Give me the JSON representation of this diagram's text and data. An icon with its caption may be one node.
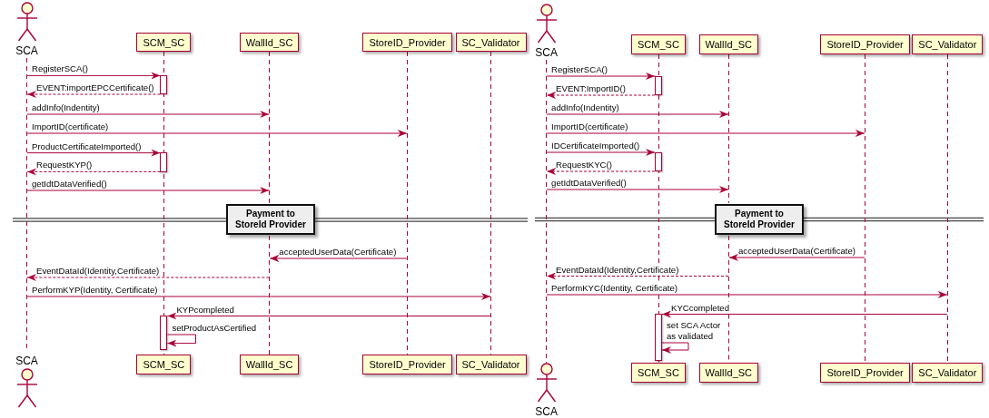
{
  "diagram": {
    "nodes": [
      {
        "text": [
          "SCA"
        ]
      },
      {
        "text": [
          "SCM_SC"
        ]
      },
      {
        "text": [
          "WallId_SC"
        ]
      },
      {
        "text": [
          "StoreID_Provider"
        ]
      },
      {
        "text": [
          "SC_Validator"
        ]
      },
      {
        "text": [],
        "shape": "line"
      },
      {
        "text": [],
        "shape": "line"
      },
      {
        "text": [],
        "shape": "line"
      },
      {
        "text": [],
        "shape": "line"
      },
      {
        "text": [],
        "shape": "line"
      },
      {
        "text": [],
        "shape": "bar"
      },
      {
        "text": [],
        "shape": "bar"
      },
      {
        "text": [
          "Payment to StoreId Provider"
        ]
      },
      {
        "text": [],
        "shape": "bar"
      },
      {
        "text": [
          "SCA"
        ]
      },
      {
        "text": [
          "SCM_SC"
        ]
      },
      {
        "text": [
          "WallId_SC"
        ]
      },
      {
        "text": [
          "StoreID_Provider"
        ]
      },
      {
        "text": [
          "SC_Validator"
        ]
      },
      {
        "text": [
          "SCA"
        ]
      },
      {
        "text": [
          "SCM_SC"
        ]
      },
      {
        "text": [
          "WallId_SC"
        ]
      },
      {
        "text": [
          "StoreID_Provider"
        ]
      },
      {
        "text": [
          "SC_Validator"
        ]
      },
      {
        "text": [],
        "shape": "line"
      },
      {
        "text": [],
        "shape": "line"
      },
      {
        "text": [],
        "shape": "line"
      },
      {
        "text": [],
        "shape": "line"
      },
      {
        "text": [],
        "shape": "line"
      },
      {
        "text": [],
        "shape": "bar"
      },
      {
        "text": [],
        "shape": "bar"
      },
      {
        "text": [
          "Payment to StoreId Provider"
        ]
      },
      {
        "text": [],
        "shape": "bar"
      },
      {
        "text": [
          "SCA"
        ]
      },
      {
        "text": [
          "SCM_SC"
        ]
      },
      {
        "text": [
          "WallId_SC"
        ]
      },
      {
        "text": [
          "StoreID_Provider"
        ]
      },
      {
        "text": [
          "SC_Validator"
        ]
      }
    ],
    "edges": [
      {
        "from": 5,
        "to": 10,
        "arrow": "to",
        "label": "RegisterSCA()"
      },
      {
        "from": 10,
        "to": 5,
        "arrow": "to",
        "label": "EVENT:importEPCCertificate()",
        "style": "dashed"
      },
      {
        "from": 5,
        "to": 7,
        "arrow": "to",
        "label": "addInfo(Indentity)"
      },
      {
        "from": 5,
        "to": 8,
        "arrow": "to",
        "label": "ImportID(certificate)"
      },
      {
        "from": 5,
        "to": 11,
        "arrow": "to",
        "label": "ProductCertificateImported()"
      },
      {
        "from": 11,
        "to": 5,
        "arrow": "to",
        "label": "RequestKYP()",
        "style": "dashed"
      },
      {
        "from": 5,
        "to": 7,
        "arrow": "to",
        "label": "getIdtDataVerified()"
      },
      {
        "from": 8,
        "to": 7,
        "arrow": "to",
        "label": "acceptedUserData(Certificate)"
      },
      {
        "from": 7,
        "to": 5,
        "arrow": "to",
        "label": "EventDataId(Identity,Certificate)",
        "style": "dashed"
      },
      {
        "from": 5,
        "to": 9,
        "arrow": "to",
        "label": "PerformKYP(Identity, Certificate)"
      },
      {
        "from": 9,
        "to": 13,
        "arrow": "to",
        "label": "KYPcompleted"
      },
      {
        "from": 13,
        "to": 13,
        "arrow": "to",
        "label": "setProductAsCertified"
      },
      {
        "from": 24,
        "to": 29,
        "arrow": "to",
        "label": "RegisterSCA()"
      },
      {
        "from": 29,
        "to": 24,
        "arrow": "to",
        "label": "EVENT:ImportID()",
        "style": "dashed"
      },
      {
        "from": 24,
        "to": 26,
        "arrow": "to",
        "label": "addInfo(Indentity)"
      },
      {
        "from": 24,
        "to": 27,
        "arrow": "to",
        "label": "ImportID(certificate)"
      },
      {
        "from": 24,
        "to": 30,
        "arrow": "to",
        "label": "IDCertificateImported()"
      },
      {
        "from": 30,
        "to": 24,
        "arrow": "to",
        "label": "RequestKYC()",
        "style": "dashed"
      },
      {
        "from": 24,
        "to": 26,
        "arrow": "to",
        "label": "getIdtDataVerified()"
      },
      {
        "from": 27,
        "to": 26,
        "arrow": "to",
        "label": "acceptedUserData(Certificate)"
      },
      {
        "from": 26,
        "to": 24,
        "arrow": "to",
        "label": "EventDataId(Identity,Certificate)",
        "style": "dashed"
      },
      {
        "from": 24,
        "to": 28,
        "arrow": "to",
        "label": "PerformKYC(Identity, Certificate)"
      },
      {
        "from": 28,
        "to": 32,
        "arrow": "to",
        "label": "KYCcompleted"
      },
      {
        "from": 32,
        "to": 32,
        "arrow": "to",
        "label": "set SCA Actor as validated"
      }
    ]
  }
}
